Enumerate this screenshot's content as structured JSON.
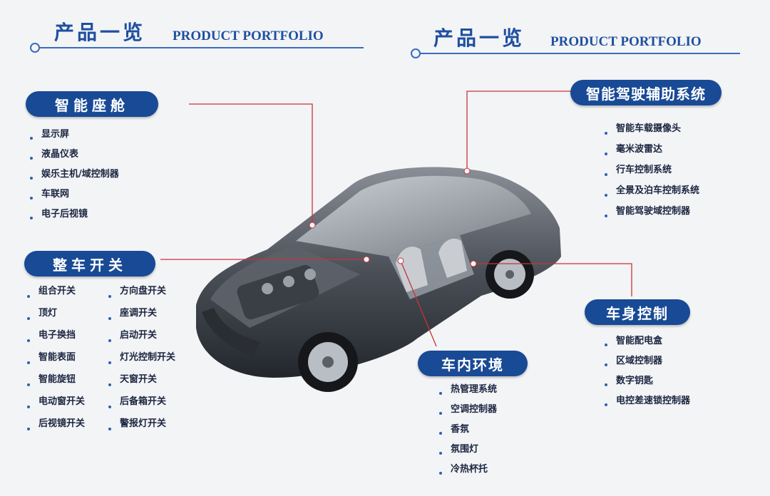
{
  "header_left": {
    "title_zh": "产品一览",
    "title_en": "PRODUCT PORTFOLIO"
  },
  "header_right": {
    "title_zh": "产品一览",
    "title_en": "PRODUCT PORTFOLIO"
  },
  "colors": {
    "accent": "#184a95",
    "leader_line": "#c8323a",
    "heading": "#1e4fa0"
  },
  "cockpit": {
    "title": "智能座舱",
    "items": [
      "显示屏",
      "液晶仪表",
      "娱乐主机/域控制器",
      "车联网",
      "电子后视镜"
    ]
  },
  "switches": {
    "title": "整车开关",
    "col1": [
      "组合开关",
      "顶灯",
      "电子换挡",
      "智能表面",
      "智能旋钮",
      "电动窗开关",
      "后视镜开关"
    ],
    "col2": [
      "方向盘开关",
      "座调开关",
      "启动开关",
      "灯光控制开关",
      "天窗开关",
      "后备箱开关",
      "警报灯开关"
    ]
  },
  "adas": {
    "title": "智能驾驶辅助系统",
    "items": [
      "智能车载摄像头",
      "毫米波雷达",
      "行车控制系统",
      "全景及泊车控制系统",
      "智能驾驶域控制器"
    ]
  },
  "body_control": {
    "title": "车身控制",
    "items": [
      "智能配电盒",
      "区域控制器",
      "数字钥匙",
      "电控差速锁控制器"
    ]
  },
  "interior": {
    "title": "车内环境",
    "items": [
      "热管理系统",
      "空调控制器",
      "香氛",
      "氛围灯",
      "冷热杯托"
    ]
  }
}
